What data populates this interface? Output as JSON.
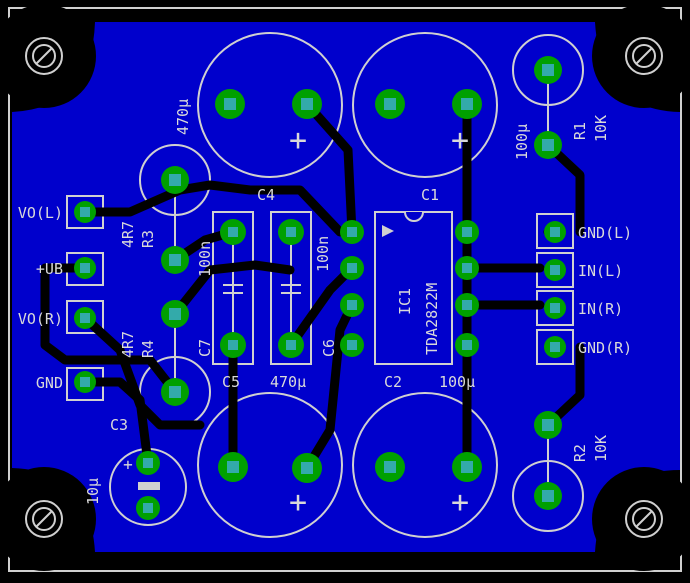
{
  "board": {
    "colors": {
      "background": "#000000",
      "copper_pour": "#0000cc",
      "outline": "#d0d0d0",
      "silk": "#d9d9d9",
      "pad": "#00a000",
      "via_hole": "#33aaaa",
      "track": "#000000"
    }
  },
  "ic": {
    "ref": "IC1",
    "value": "TDA2822M",
    "pin1_marker": "triangle"
  },
  "capacitors": [
    {
      "ref": "C1",
      "value": "100µ",
      "type": "electrolytic"
    },
    {
      "ref": "C2",
      "value": "100µ",
      "type": "electrolytic"
    },
    {
      "ref": "C3",
      "value": "10µ",
      "type": "electrolytic"
    },
    {
      "ref": "C4",
      "value": "470µ",
      "type": "electrolytic"
    },
    {
      "ref": "C5",
      "value": "470µ",
      "type": "electrolytic"
    },
    {
      "ref": "C6",
      "value": "100n",
      "type": "ceramic"
    },
    {
      "ref": "C7",
      "value": "100n",
      "type": "ceramic"
    }
  ],
  "resistors": [
    {
      "ref": "R1",
      "value": "10K"
    },
    {
      "ref": "R2",
      "value": "10K"
    },
    {
      "ref": "R3",
      "value": "4R7"
    },
    {
      "ref": "R4",
      "value": "4R7"
    }
  ],
  "connectors": {
    "left": [
      "VO(L)",
      "+UB",
      "VO(R)",
      "GND"
    ],
    "right": [
      "GND(L)",
      "IN(L)",
      "IN(R)",
      "GND(R)"
    ]
  },
  "polarity_mark": "+"
}
